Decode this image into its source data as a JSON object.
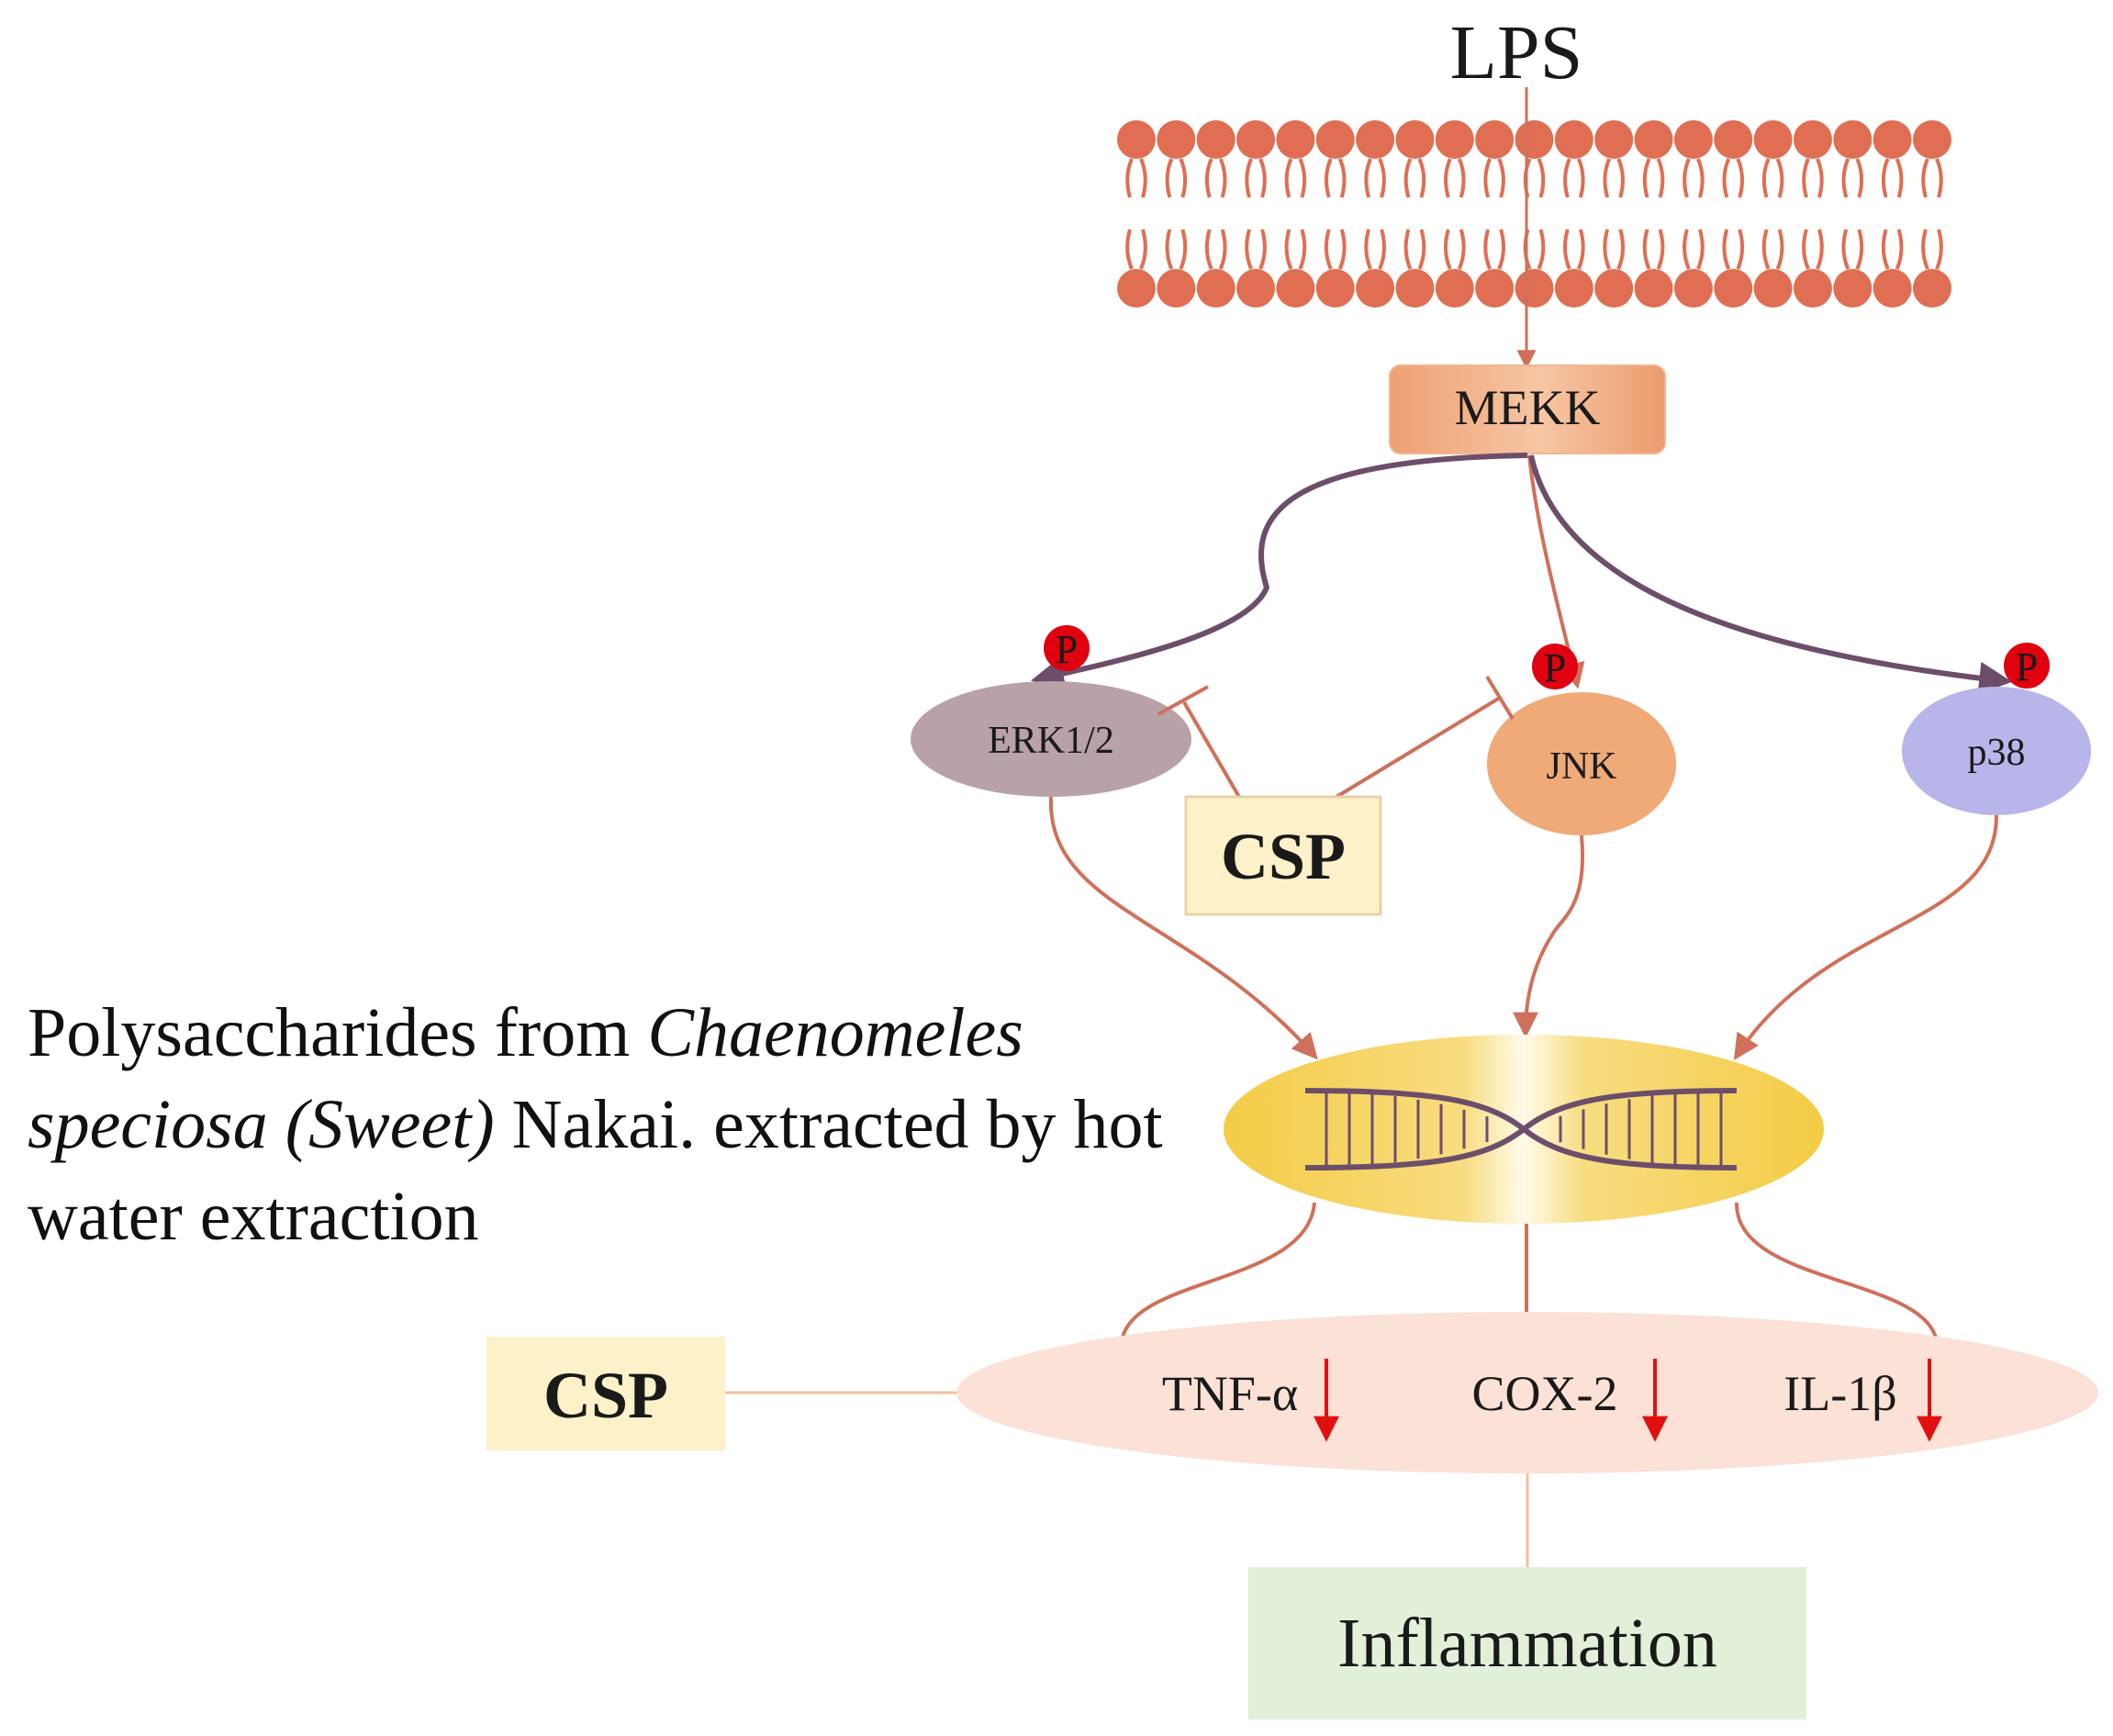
{
  "stimulus": "LPS",
  "kinase": "MEKK",
  "mapks": {
    "erk": "ERK1/2",
    "jnk": "JNK",
    "p38": "p38"
  },
  "phospho": "P",
  "inhibitor": "CSP",
  "description": {
    "part1": "Polysaccharides from ",
    "species_italic": "Chaenomeles speciosa (Sweet)",
    "part2": " Nakai. extracted by hot water extraction"
  },
  "cytokines": [
    "TNF-α",
    "COX-2",
    "IL-1β"
  ],
  "cytokine_trend": "down",
  "outcome": "Inflammation",
  "colors": {
    "membrane": "#df6e52",
    "mekk": "#efa478",
    "erk": "#b9a1a8",
    "jnk": "#efaa78",
    "p38": "#b8b5ea",
    "phospho": "#e0000f",
    "csp_box": "#fdf1c9",
    "nucleus": "#f7d45a",
    "cytokine_band": "#fbe1d6",
    "outcome_box": "#e2f0d9",
    "arrow_purple": "#6d4e6a",
    "arrow_salmon": "#d0705a",
    "down_arrow": "#e11010"
  }
}
